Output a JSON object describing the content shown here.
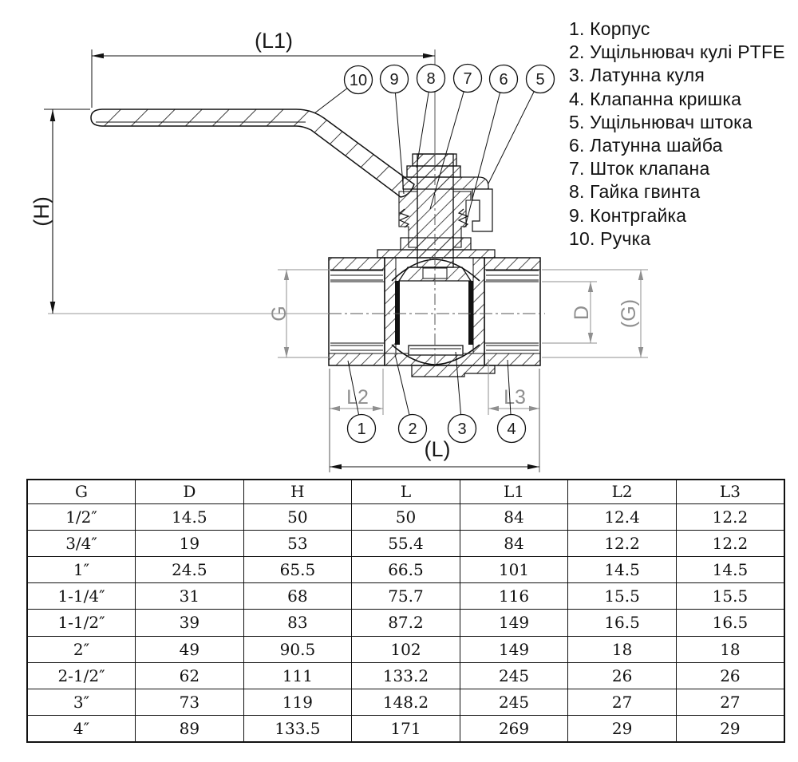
{
  "legend": {
    "items": [
      "1. Корпус",
      "2. Ущільнювач кулі PTFE",
      "3. Латунна куля",
      "4. Клапанна кришка",
      "5. Ущільнювач штока",
      "6. Латунна шайба",
      "7. Шток клапана",
      "8. Гайка гвинта",
      "9. Контргайка",
      "10. Ручка"
    ]
  },
  "drawing": {
    "dims": {
      "l1": "(L1)",
      "h": "(H)",
      "g_left": "G",
      "d": "D",
      "g_right": "(G)",
      "l2": "L2",
      "l3": "L3",
      "l": "(L)"
    },
    "callouts": {
      "c1": "1",
      "c2": "2",
      "c3": "3",
      "c4": "4",
      "c5": "5",
      "c6": "6",
      "c7": "7",
      "c8": "8",
      "c9": "9",
      "c10": "10"
    }
  },
  "table": {
    "headers": [
      "G",
      "D",
      "H",
      "L",
      "L1",
      "L2",
      "L3"
    ],
    "rows": [
      [
        "1/2″",
        "14.5",
        "50",
        "50",
        "84",
        "12.4",
        "12.2"
      ],
      [
        "3/4″",
        "19",
        "53",
        "55.4",
        "84",
        "12.2",
        "12.2"
      ],
      [
        "1″",
        "24.5",
        "65.5",
        "66.5",
        "101",
        "14.5",
        "14.5"
      ],
      [
        "1-1/4″",
        "31",
        "68",
        "75.7",
        "116",
        "15.5",
        "15.5"
      ],
      [
        "1-1/2″",
        "39",
        "83",
        "87.2",
        "149",
        "16.5",
        "16.5"
      ],
      [
        "2″",
        "49",
        "90.5",
        "102",
        "149",
        "18",
        "18"
      ],
      [
        "2-1/2″",
        "62",
        "111",
        "133.2",
        "245",
        "26",
        "26"
      ],
      [
        "3″",
        "73",
        "119",
        "148.2",
        "245",
        "27",
        "27"
      ],
      [
        "4″",
        "89",
        "133.5",
        "171",
        "269",
        "29",
        "29"
      ]
    ]
  },
  "colors": {
    "line": "#1a1a1a",
    "dim_gray": "#8f8f8f",
    "background": "#ffffff"
  }
}
